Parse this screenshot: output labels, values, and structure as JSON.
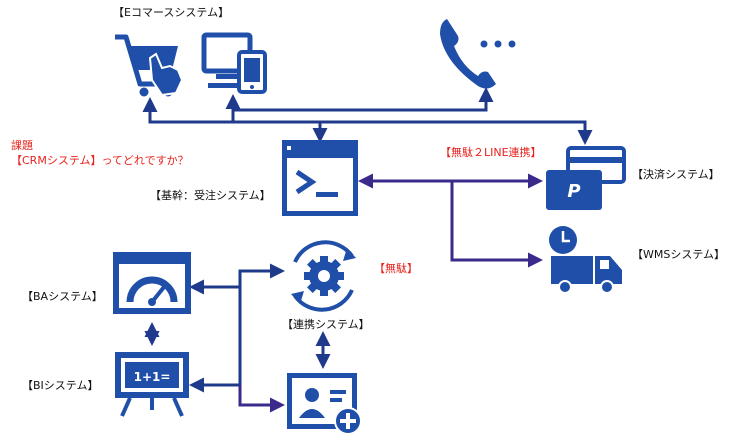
{
  "labels": {
    "ec": "【Eコマースシステム】",
    "issue_title": "課題",
    "issue_question": "【CRMシステム】ってどれですか？",
    "core": "【基幹：受注システム】",
    "waste_line": "【無駄２LINE連携】",
    "payment": "【決済システム】",
    "wms": "【WMSシステム】",
    "waste": "【無駄】",
    "ba": "【BAシステム】",
    "link": "【連携システム】",
    "bi": "【BIシステム】"
  },
  "icons": {
    "board_text": "1+1=",
    "payment_symbol": "P"
  },
  "colors": {
    "icon_blue": "#1f4fa8",
    "line_navy": "#1f3a8a",
    "line_purple": "#3b2a8c",
    "red_text": "#e8231e"
  }
}
